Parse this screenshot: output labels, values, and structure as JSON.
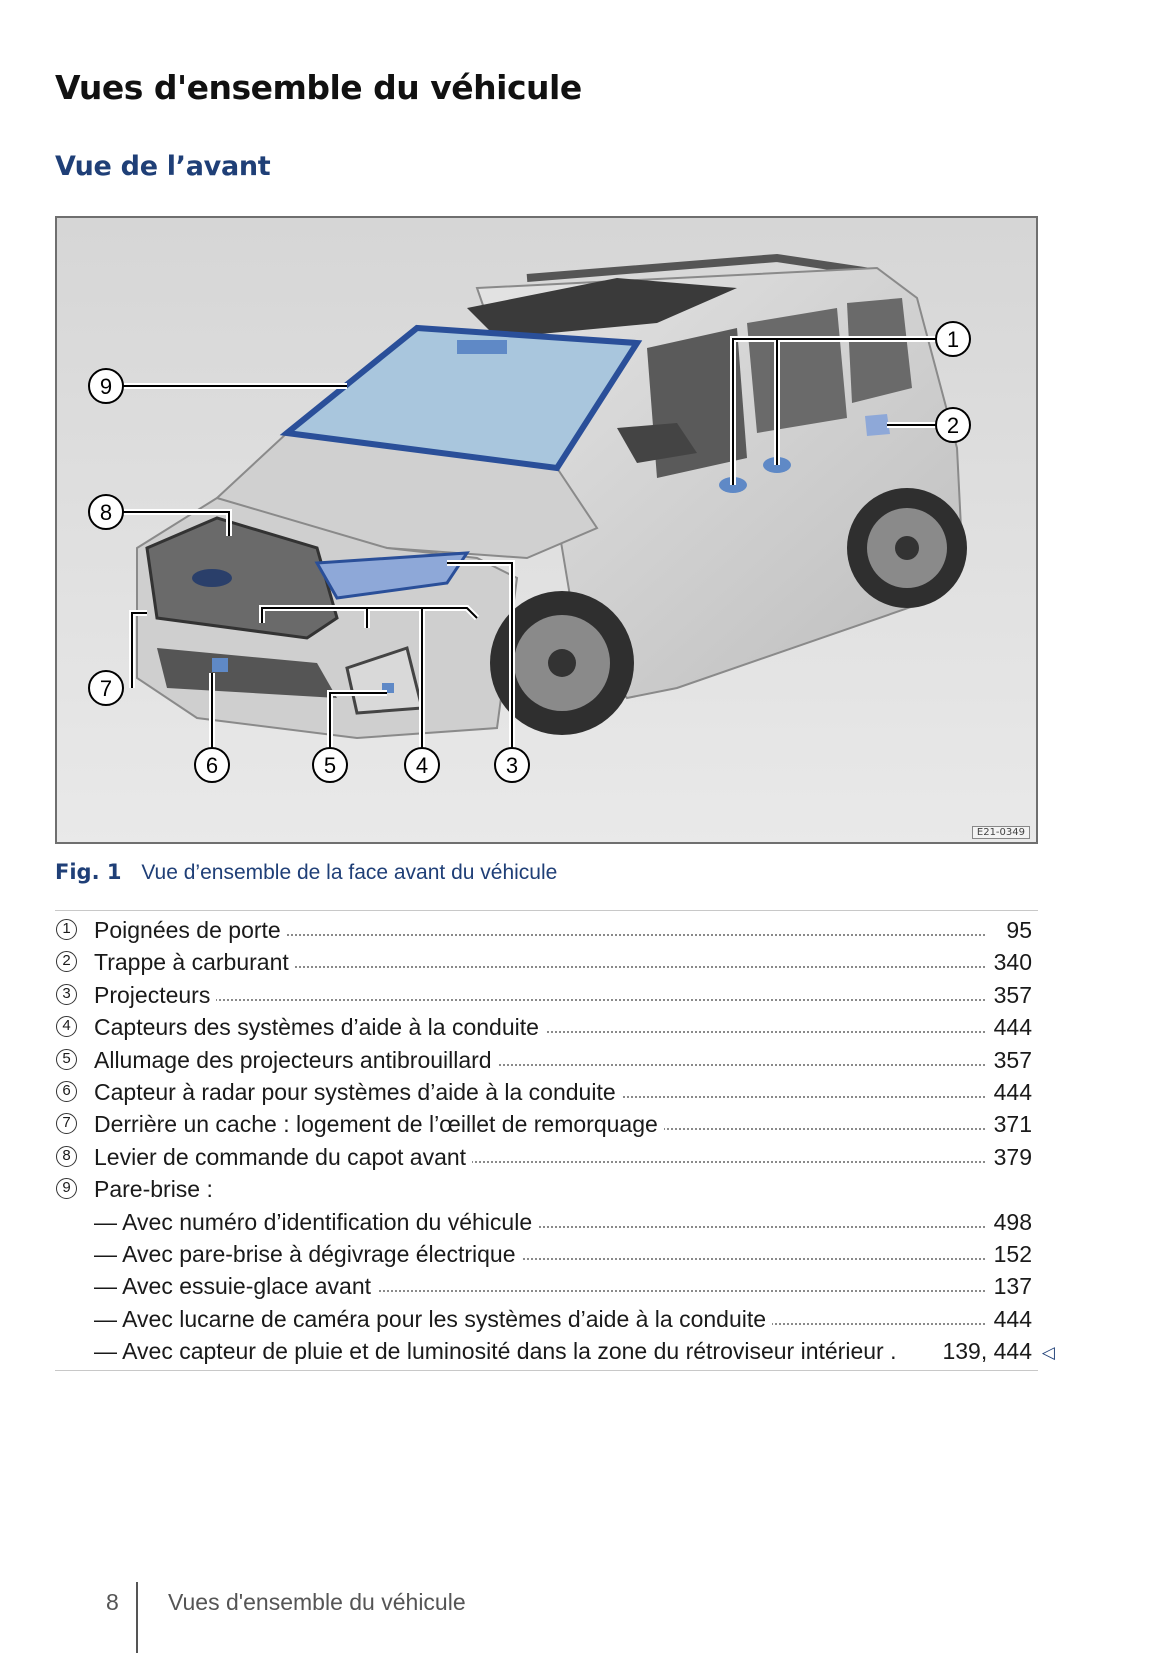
{
  "page": {
    "title": "Vues d'ensemble du véhicule",
    "subtitle": "Vue de l’avant"
  },
  "figure": {
    "code": "E21-0349",
    "callouts": [
      "1",
      "2",
      "3",
      "4",
      "5",
      "6",
      "7",
      "8",
      "9"
    ],
    "caption_label": "Fig. 1",
    "caption_text": "Vue d’ensemble de la face avant du véhicule",
    "accent_color": "#1f3f77"
  },
  "items": [
    {
      "num": "1",
      "label": "Poignées de porte",
      "page": "95"
    },
    {
      "num": "2",
      "label": "Trappe à carburant",
      "page": "340"
    },
    {
      "num": "3",
      "label": "Projecteurs",
      "page": "357"
    },
    {
      "num": "4",
      "label": "Capteurs des systèmes d’aide à la conduite",
      "page": "444"
    },
    {
      "num": "5",
      "label": "Allumage des projecteurs antibrouillard",
      "page": "357"
    },
    {
      "num": "6",
      "label": "Capteur à radar pour systèmes d’aide à la conduite",
      "page": "444"
    },
    {
      "num": "7",
      "label": "Derrière un cache : logement de l’œillet de remorquage",
      "page": "371"
    },
    {
      "num": "8",
      "label": "Levier de commande du capot avant",
      "page": "379"
    },
    {
      "num": "9",
      "label": "Pare-brise :",
      "page": ""
    }
  ],
  "subitems": [
    {
      "label": "— Avec numéro d’identification du véhicule",
      "page": "498"
    },
    {
      "label": "— Avec pare-brise à dégivrage électrique",
      "page": "152"
    },
    {
      "label": "— Avec essuie-glace avant",
      "page": "137"
    },
    {
      "label": "— Avec lucarne de caméra pour les systèmes d’aide à la conduite",
      "page": "444"
    },
    {
      "label": "— Avec capteur de pluie et de luminosité dans la zone du rétroviseur intérieur .",
      "page": "139, 444"
    }
  ],
  "end_marker": "◁",
  "footer": {
    "page_number": "8",
    "section": "Vues d'ensemble du véhicule"
  }
}
